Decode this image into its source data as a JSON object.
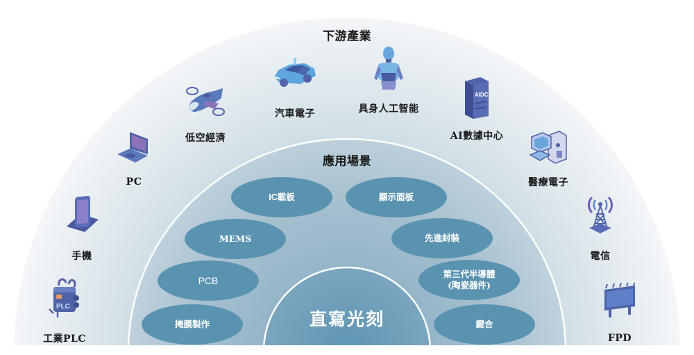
{
  "outer_ring": {
    "title": "下游產業",
    "industries": [
      {
        "name": "工業PLC",
        "icon": "plc-controller-icon"
      },
      {
        "name": "手機",
        "icon": "smartphone-icon"
      },
      {
        "name": "PC",
        "icon": "laptop-icon"
      },
      {
        "name": "低空經濟",
        "icon": "aircraft-icon"
      },
      {
        "name": "汽車電子",
        "icon": "car-icon"
      },
      {
        "name": "具身人工智能",
        "icon": "humanoid-robot-icon"
      },
      {
        "name": "AI數據中心",
        "icon": "server-rack-icon"
      },
      {
        "name": "醫療電子",
        "icon": "medical-device-icon"
      },
      {
        "name": "電信",
        "icon": "signal-tower-icon"
      },
      {
        "name": "FPD",
        "icon": "display-billboard-icon"
      }
    ],
    "icon_texts": {
      "plc": "PLC",
      "server": "AIDC"
    }
  },
  "middle_ring": {
    "title": "應用場景",
    "scenarios": [
      {
        "line1": "IC載板",
        "line2": ""
      },
      {
        "line1": "顯示面板",
        "line2": ""
      },
      {
        "line1": "MEMS",
        "line2": ""
      },
      {
        "line1": "先進封裝",
        "line2": ""
      },
      {
        "line1": "PCB",
        "line2": ""
      },
      {
        "line1": "第三代半導體",
        "line2": "(陶瓷器件)"
      },
      {
        "line1": "掩膜製作",
        "line2": ""
      },
      {
        "line1": "鍵合",
        "line2": ""
      }
    ]
  },
  "core": {
    "title": "直寫光刻"
  },
  "colors": {
    "ellipse_fill": "#5a93b0",
    "icon_primary": "#4f63a8",
    "icon_secondary": "#6fa8dc",
    "ring_line": "#ffffff"
  }
}
